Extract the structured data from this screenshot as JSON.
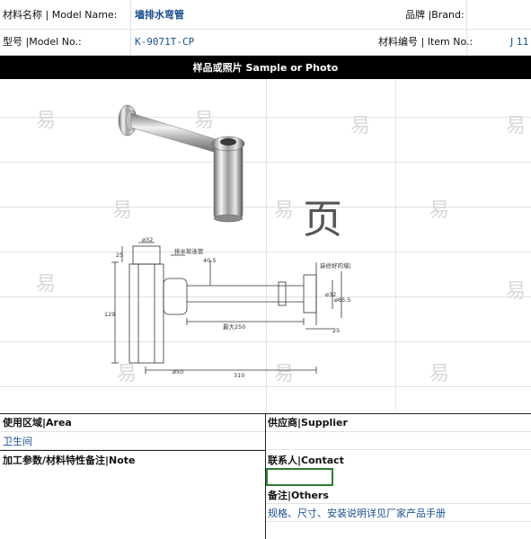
{
  "header": {
    "material_name_label": "材料名称 | Model Name:",
    "material_name_value": "墙排水弯管",
    "brand_label": "品牌 |Brand:",
    "model_no_label": "型号 |Model No.:",
    "model_no_value": "K-9071T-CP",
    "item_no_label": "材料编号 | Item No.:",
    "item_no_value": "J 11"
  },
  "banner": {
    "title": "样品或照片 Sample or Photo"
  },
  "photo": {
    "watermark_char": "易",
    "page_char": "页"
  },
  "drawing": {
    "labels": {
      "d32_top": "ø32",
      "drain_connector": "排水软连管",
      "dim_25_left": "25",
      "dim_40_5": "40.5",
      "dim_129": "129",
      "dim_d50": "ø50",
      "dim_310": "310",
      "max_250": "最大250",
      "wall_mount": "装修好的墙面",
      "d32_right": "ø32",
      "d65_5": "ø65.5",
      "dim_25_right": "25"
    }
  },
  "lower": {
    "area_label": "使用区域|Area",
    "area_value": "卫生间",
    "supplier_label": "供应商|Supplier",
    "process_label": "加工参数/材料特性备注|Note",
    "contact_label": "联系人|Contact",
    "others_label": "备注|Others",
    "others_value": "规格、尺寸、安装说明详见厂家产品手册"
  }
}
